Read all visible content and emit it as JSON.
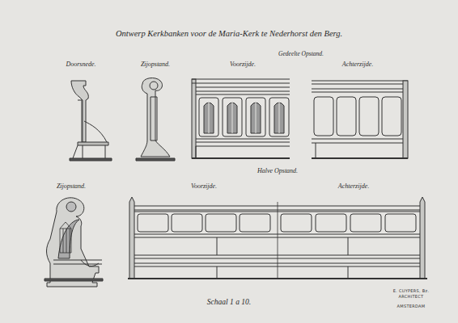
{
  "diagram": {
    "title": "Ontwerp Kerkbanken voor de Maria-Kerk te Nederhorst den Berg.",
    "labels": [
      "Doorsnede.",
      "Zijopstand.",
      "Voorzijde.",
      "Gedeelte Opstand.",
      "Achterzijde.",
      "Halve Opstand.",
      "Zijopstand.",
      "Voorzijde.",
      "Achterzijde.",
      "Schaal 1 a 10.",
      "E. CUYPERS, Bz.",
      "ARCHITECT",
      "AMSTERDAM"
    ]
  }
}
